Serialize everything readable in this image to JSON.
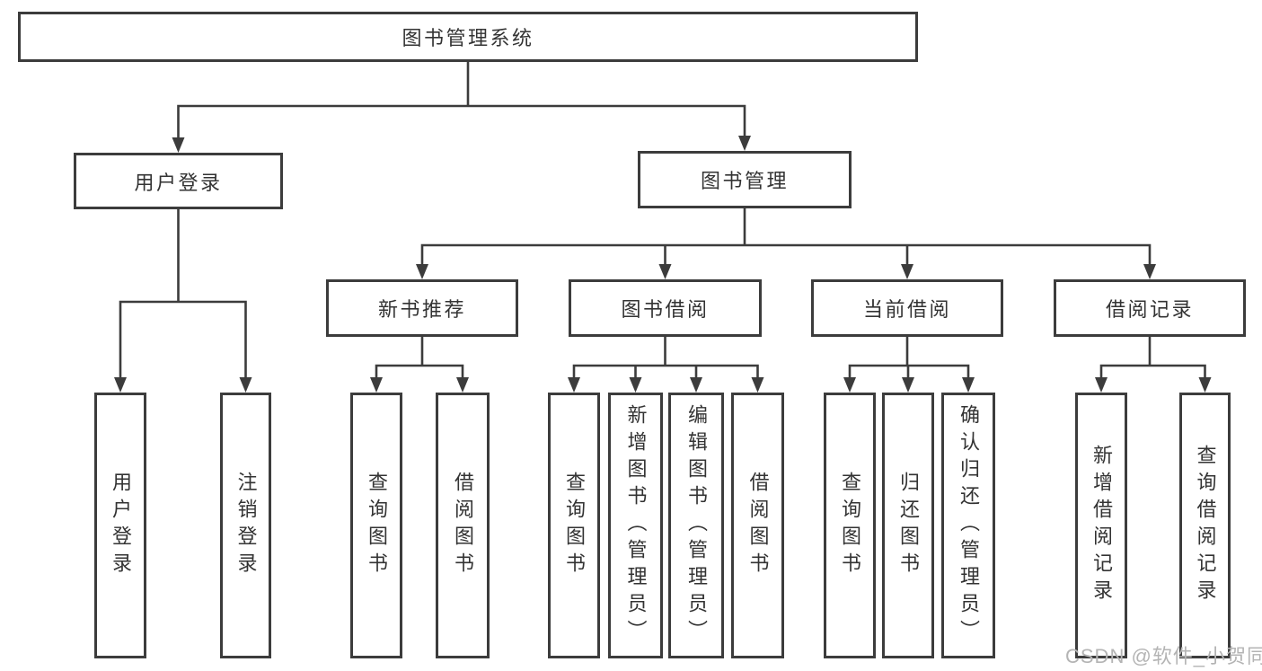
{
  "diagram": {
    "tree": {
      "root": "图书管理系统",
      "children": [
        {
          "label": "用户登录",
          "children": [
            {
              "label": "用户登录"
            },
            {
              "label": "注销登录"
            }
          ]
        },
        {
          "label": "图书管理",
          "children": [
            {
              "label": "新书推荐",
              "children": [
                {
                  "label": "查询图书"
                },
                {
                  "label": "借阅图书"
                }
              ]
            },
            {
              "label": "图书借阅",
              "children": [
                {
                  "label": "查询图书"
                },
                {
                  "label": "新增图书（管理员）"
                },
                {
                  "label": "编辑图书（管理员）"
                },
                {
                  "label": "借阅图书"
                }
              ]
            },
            {
              "label": "当前借阅",
              "children": [
                {
                  "label": "查询图书"
                },
                {
                  "label": "归还图书"
                },
                {
                  "label": "确认归还（管理员）"
                }
              ]
            },
            {
              "label": "借阅记录",
              "children": [
                {
                  "label": "新增借阅记录"
                },
                {
                  "label": "查询借阅记录"
                }
              ]
            }
          ]
        }
      ]
    },
    "watermark": "CSDN @软件_小贺同学",
    "colors": {
      "line": "#3c3c3c",
      "text": "#333333",
      "box_background": "#ffffff",
      "watermark": "#b4b4b4"
    }
  }
}
